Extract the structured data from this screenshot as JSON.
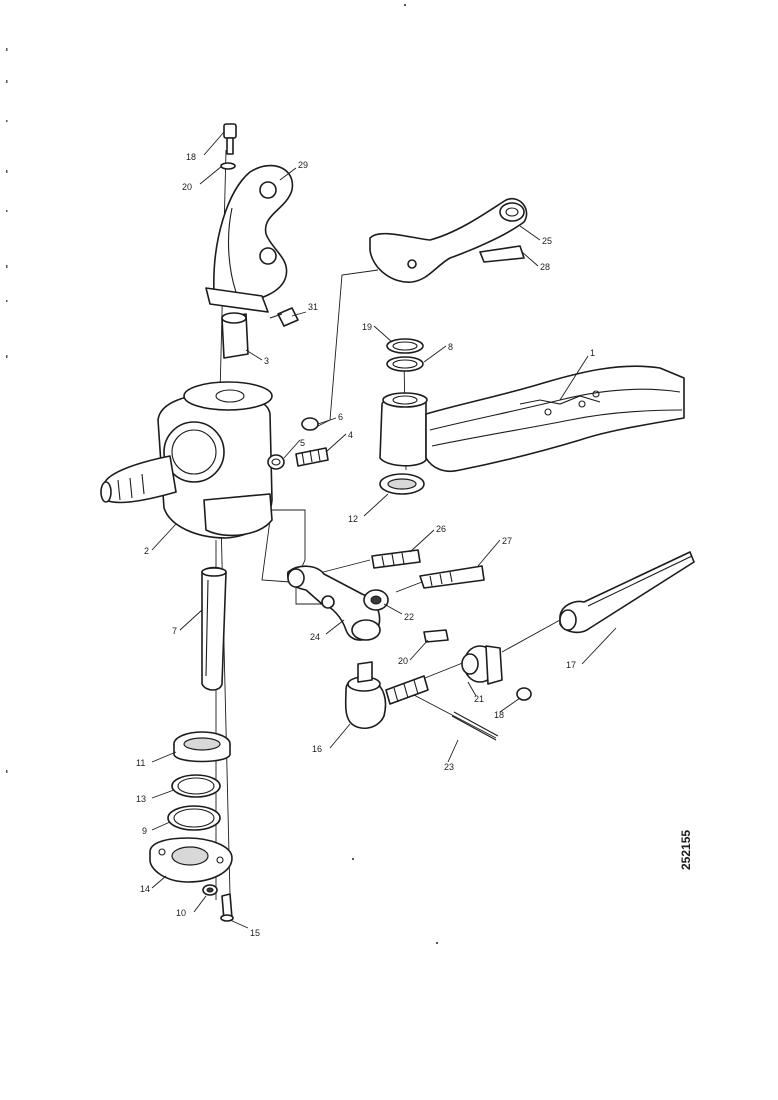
{
  "figure_ref": "252155",
  "parts": [
    {
      "key": "p18a",
      "label": "18"
    },
    {
      "key": "p20a",
      "label": "20"
    },
    {
      "key": "p29",
      "label": "29"
    },
    {
      "key": "p25",
      "label": "25"
    },
    {
      "key": "p28",
      "label": "28"
    },
    {
      "key": "p31",
      "label": "31"
    },
    {
      "key": "p3",
      "label": "3"
    },
    {
      "key": "p19",
      "label": "19"
    },
    {
      "key": "p8",
      "label": "8"
    },
    {
      "key": "p1",
      "label": "1"
    },
    {
      "key": "p6",
      "label": "6"
    },
    {
      "key": "p5",
      "label": "5"
    },
    {
      "key": "p4",
      "label": "4"
    },
    {
      "key": "p12",
      "label": "12"
    },
    {
      "key": "p2",
      "label": "2"
    },
    {
      "key": "p26",
      "label": "26"
    },
    {
      "key": "p27",
      "label": "27"
    },
    {
      "key": "p24",
      "label": "24"
    },
    {
      "key": "p22",
      "label": "22"
    },
    {
      "key": "p7",
      "label": "7"
    },
    {
      "key": "p17",
      "label": "17"
    },
    {
      "key": "p20b",
      "label": "20"
    },
    {
      "key": "p21",
      "label": "21"
    },
    {
      "key": "p18b",
      "label": "18"
    },
    {
      "key": "p16",
      "label": "16"
    },
    {
      "key": "p11",
      "label": "11"
    },
    {
      "key": "p13",
      "label": "13"
    },
    {
      "key": "p23",
      "label": "23"
    },
    {
      "key": "p9",
      "label": "9"
    },
    {
      "key": "p14",
      "label": "14"
    },
    {
      "key": "p10",
      "label": "10"
    },
    {
      "key": "p15",
      "label": "15"
    }
  ]
}
